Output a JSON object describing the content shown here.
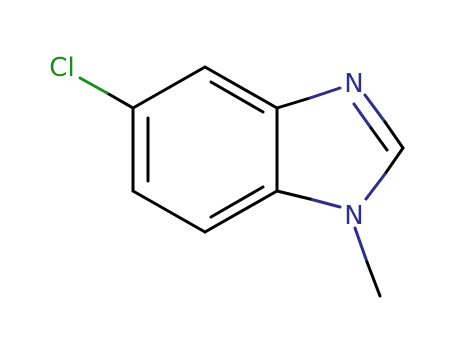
{
  "structure": {
    "atoms": [
      {
        "id": "cl",
        "label": "Cl",
        "color": "#1a8f1a"
      },
      {
        "id": "n3",
        "label": "N",
        "color": "#2e2e8f"
      },
      {
        "id": "n1",
        "label": "N",
        "color": "#2e2e8f"
      }
    ],
    "colors": {
      "bond": "#000000",
      "chlorine": "#1a8f1a",
      "nitrogen": "#2e2e8f"
    }
  }
}
